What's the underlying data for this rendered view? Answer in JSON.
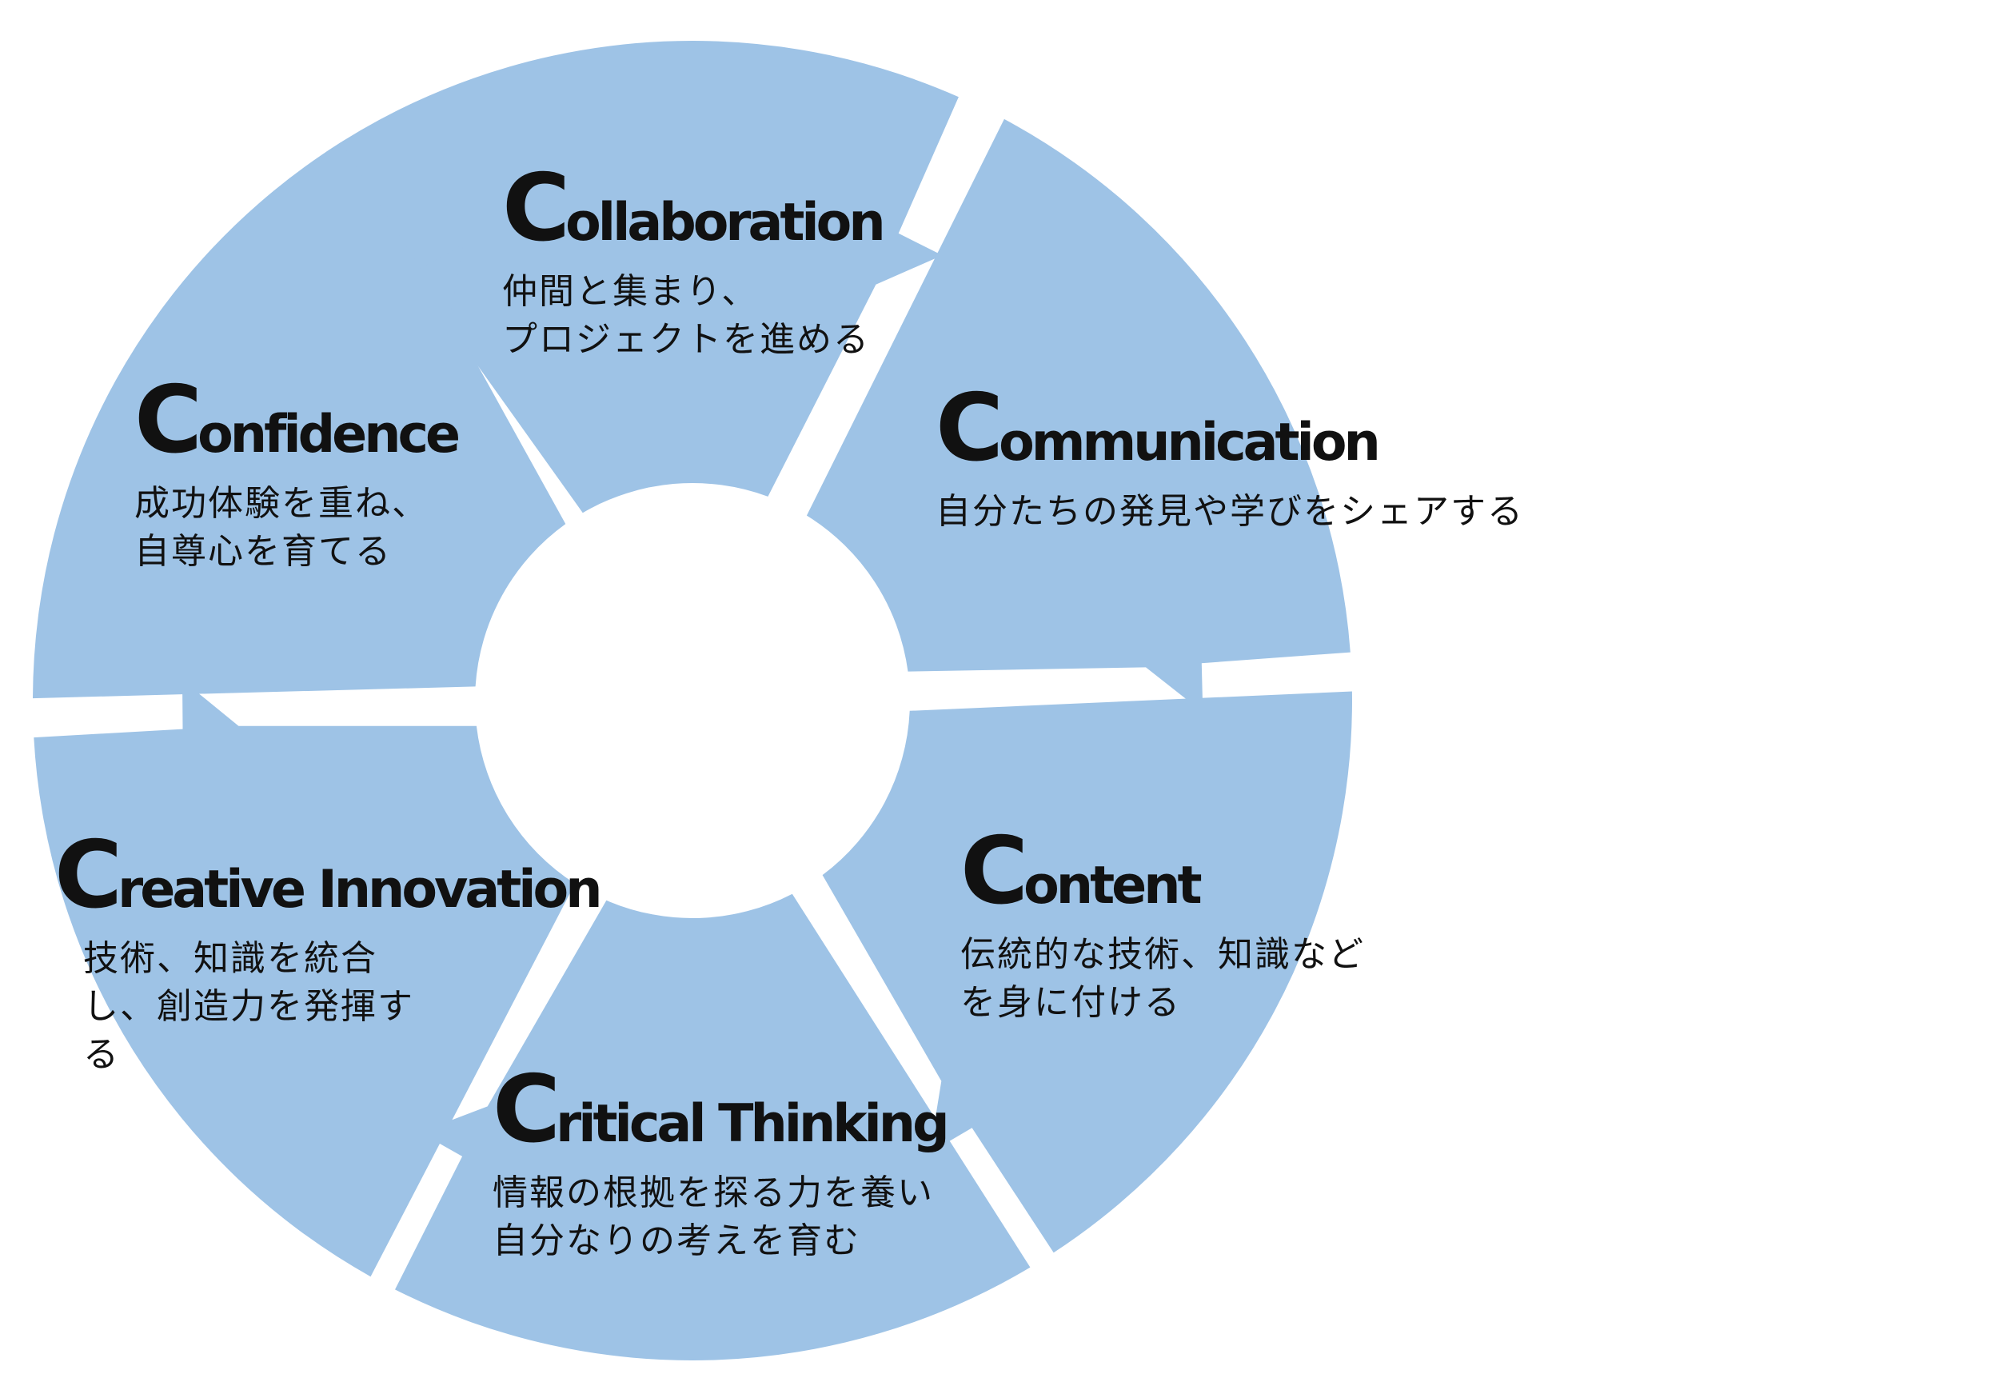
{
  "colors": {
    "segment_fill": "#9ec3e6",
    "background": "#ffffff",
    "text": "#111111"
  },
  "segments": [
    {
      "id": "collaboration",
      "title_initial": "C",
      "title_rest": "ollaboration",
      "description": "仲間と集まり、\nプロジェクトを進める"
    },
    {
      "id": "communication",
      "title_initial": "C",
      "title_rest": "ommunication",
      "description": "自分たちの発見や学びをシェアする"
    },
    {
      "id": "content",
      "title_initial": "C",
      "title_rest": "ontent",
      "description": "伝統的な技術、知識など\nを身に付ける"
    },
    {
      "id": "critical-thinking",
      "title_initial": "C",
      "title_rest": "ritical Thinking",
      "description": "情報の根拠を探る力を養い\n自分なりの考えを育む"
    },
    {
      "id": "creative-innovation",
      "title_initial": "C",
      "title_rest": "reative Innovation",
      "description": "技術、知識を統合\nし、創造力を発揮す\nる"
    },
    {
      "id": "confidence",
      "title_initial": "C",
      "title_rest": "onfidence",
      "description": "成功体験を重ね、\n自尊心を育てる"
    }
  ]
}
